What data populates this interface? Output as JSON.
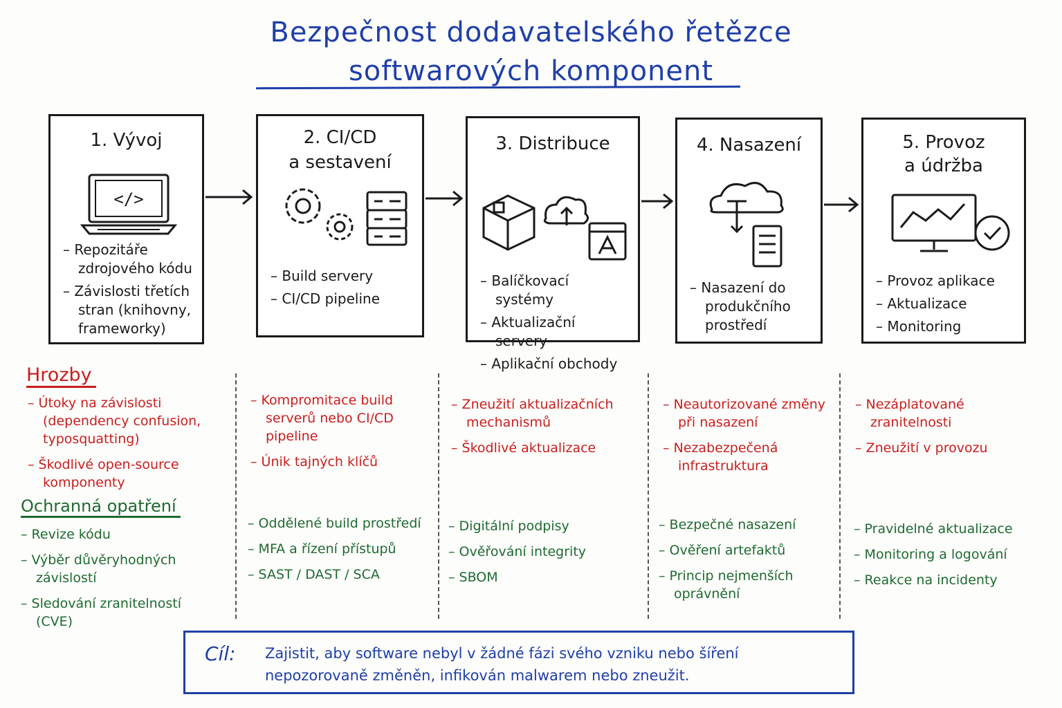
{
  "title": {
    "line1": "Bezpečnost dodavatelského řetězce",
    "line2": "softwarových komponent"
  },
  "colors": {
    "title": "#1f3fa8",
    "threat": "#c81e1e",
    "protection": "#1e6a30",
    "ink": "#1a1a1a"
  },
  "stages": [
    {
      "title_lines": [
        "1. Vývoj"
      ],
      "icon": "laptop-code-icon",
      "items": [
        "Repozitáře zdrojového kódu",
        "Závislosti třetích stran (knihovny, frameworky)"
      ]
    },
    {
      "title_lines": [
        "2. CI/CD",
        "a sestavení"
      ],
      "icon": "gears-server-icon",
      "items": [
        "Build servery",
        "CI/CD pipeline"
      ]
    },
    {
      "title_lines": [
        "3. Distribuce"
      ],
      "icon": "package-cloud-store-icon",
      "items": [
        "Balíčkovací systémy",
        "Aktualizační servery",
        "Aplikační obchody"
      ]
    },
    {
      "title_lines": [
        "4. Nasazení"
      ],
      "icon": "cloud-deploy-server-icon",
      "items": [
        "Nasazení do produkčního prostředí"
      ]
    },
    {
      "title_lines": [
        "5. Provoz",
        "a údržba"
      ],
      "icon": "monitor-check-icon",
      "items": [
        "Provoz aplikace",
        "Aktualizace",
        "Monitoring"
      ]
    }
  ],
  "threats_label": "Hrozby",
  "protections_label": "Ochranná opatření",
  "threats": [
    [
      "Útoky na závislosti (dependency confusion, typosquatting)",
      "Škodlivé open-source komponenty"
    ],
    [
      "Kompromitace build serverů nebo CI/CD pipeline",
      "Únik tajných klíčů"
    ],
    [
      "Zneužití aktualizačních mechanismů",
      "Škodlivé aktualizace"
    ],
    [
      "Neautorizované změny při nasazení",
      "Nezabezpečená infrastruktura"
    ],
    [
      "Nezáplatované zranitelnosti",
      "Zneužití v provozu"
    ]
  ],
  "protections": [
    [
      "Revize kódu",
      "Výběr důvěryhodných závislostí",
      "Sledování zranitelností (CVE)"
    ],
    [
      "Oddělené build prostředí",
      "MFA a řízení přístupů",
      "SAST / DAST / SCA"
    ],
    [
      "Digitální podpisy",
      "Ověřování integrity",
      "SBOM"
    ],
    [
      "Bezpečné nasazení",
      "Ověření artefaktů",
      "Princip nejmenších oprávnění"
    ],
    [
      "Pravidelné aktualizace",
      "Monitoring a logování",
      "Reakce na incidenty"
    ]
  ],
  "goal": {
    "label": "Cíl:",
    "text": "Zajistit, aby software nebyl v žádné fázi svého vzniku nebo šíření nepozorovaně změněn, infikován malwarem nebo zneužit."
  }
}
